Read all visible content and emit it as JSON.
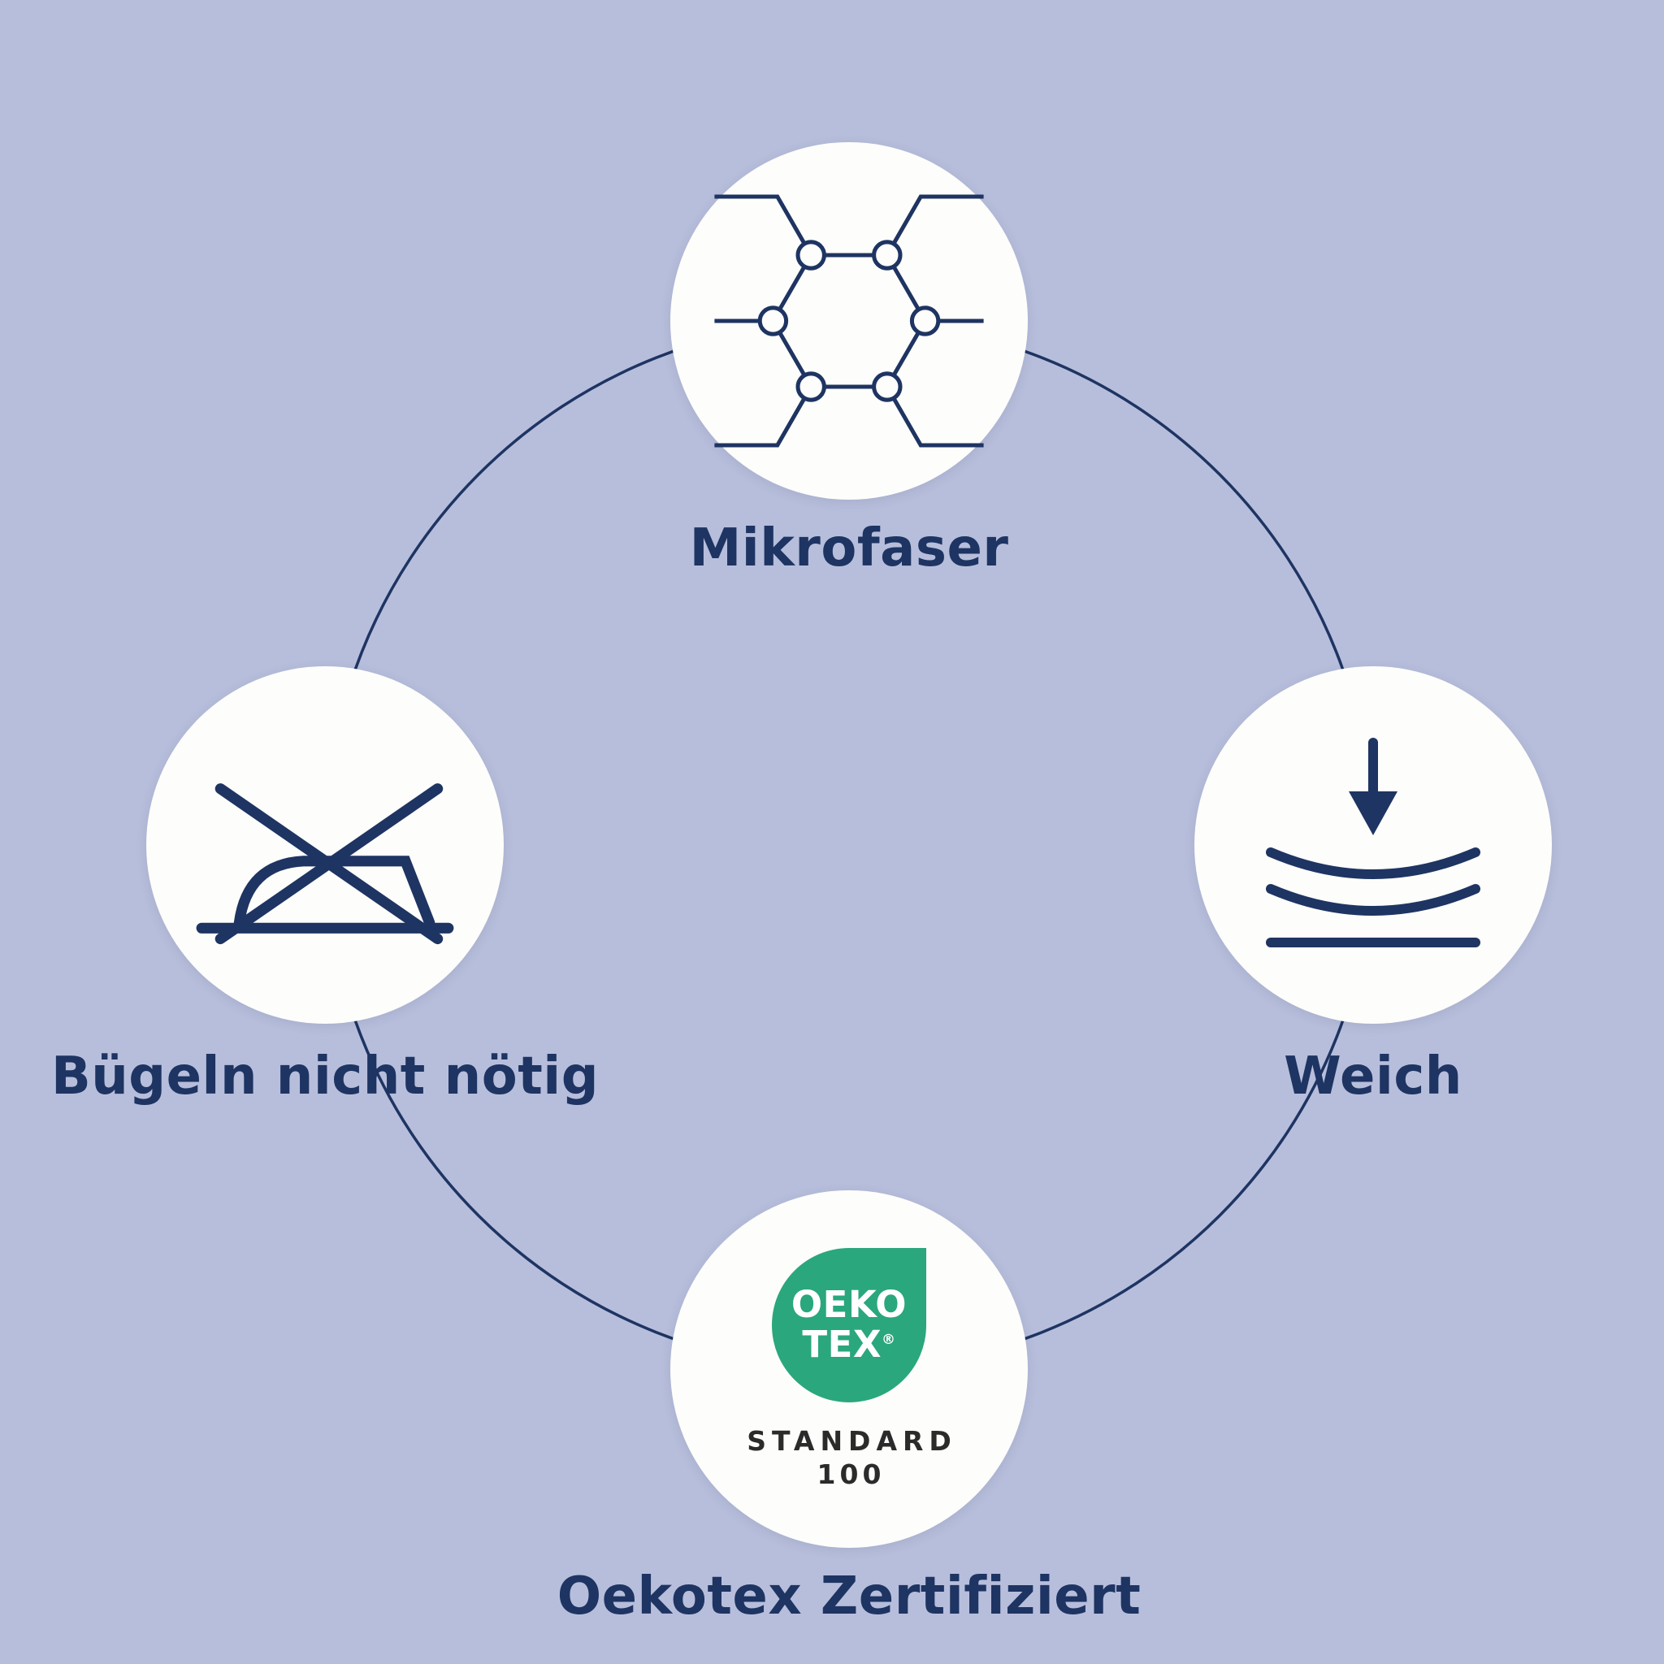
{
  "colors": {
    "background": "#b7bedc",
    "navy": "#1e3462",
    "badge": "#fdfdfb",
    "green": "#2aa77d",
    "logo_dark": "#2b2b2b"
  },
  "features": [
    {
      "label": "Mikrofaser",
      "icon": "molecule-icon",
      "position": "top"
    },
    {
      "label": "Weich",
      "icon": "softness-icon",
      "position": "right"
    },
    {
      "label": "Bügeln nicht nötig",
      "icon": "no-iron-icon",
      "position": "left"
    },
    {
      "label": "Oekotex Zertifiziert",
      "icon": "oekotex-logo",
      "position": "bottom",
      "logo": {
        "line1": "OEKO",
        "line2": "TEX",
        "reg": "®",
        "standard": "STANDARD",
        "number": "100"
      }
    }
  ]
}
